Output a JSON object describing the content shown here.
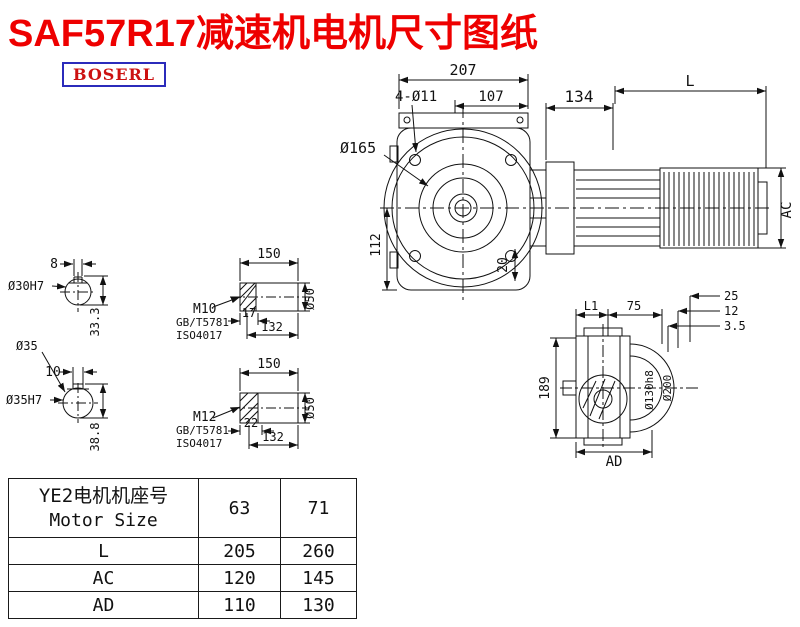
{
  "page": {
    "title": "SAF57R17减速机电机尺寸图纸",
    "brand": "BOSERL"
  },
  "colors": {
    "title_red": "#ee0000",
    "brand_red": "#cc1111",
    "brand_border_blue": "#2b2bbb",
    "line": "#111111"
  },
  "main_view": {
    "dim_207": "207",
    "dim_107": "107",
    "dim_134": "134",
    "dim_L": "L",
    "holes_label": "4-Ø11",
    "flange_label": "Ø165",
    "dim_112": "112",
    "dim_20": "20",
    "dim_AC": "AC"
  },
  "shaft_detail_1": {
    "key_width": "8",
    "bore": "Ø30H7",
    "key_depth": "33.3",
    "length": "150",
    "thread": "M10",
    "thread_std_1": "GB/T5781",
    "thread_std_2": "ISO4017",
    "thread_len": "17",
    "usable_len": "132",
    "diameter": "Ø50"
  },
  "shaft_detail_2": {
    "outer": "Ø35",
    "key_width": "10",
    "bore": "Ø35H7",
    "key_depth": "38.8",
    "length": "150",
    "thread": "M12",
    "thread_std_1": "GB/T5781",
    "thread_std_2": "ISO4017",
    "thread_len": "22",
    "usable_len": "132",
    "diameter": "Ø50"
  },
  "side_view": {
    "dim_L1": "L1",
    "dim_75": "75",
    "dim_25": "25",
    "dim_12": "12",
    "dim_3_5": "3.5",
    "dim_189": "189",
    "dim_130": "Ø130h8",
    "dim_200": "Ø200",
    "dim_AD": "AD"
  },
  "table": {
    "header": {
      "cn": "YE2电机机座号",
      "en": "Motor Size",
      "col1": "63",
      "col2": "71"
    },
    "rows": [
      {
        "label": "L",
        "v1": "205",
        "v2": "260"
      },
      {
        "label": "AC",
        "v1": "120",
        "v2": "145"
      },
      {
        "label": "AD",
        "v1": "110",
        "v2": "130"
      }
    ]
  }
}
